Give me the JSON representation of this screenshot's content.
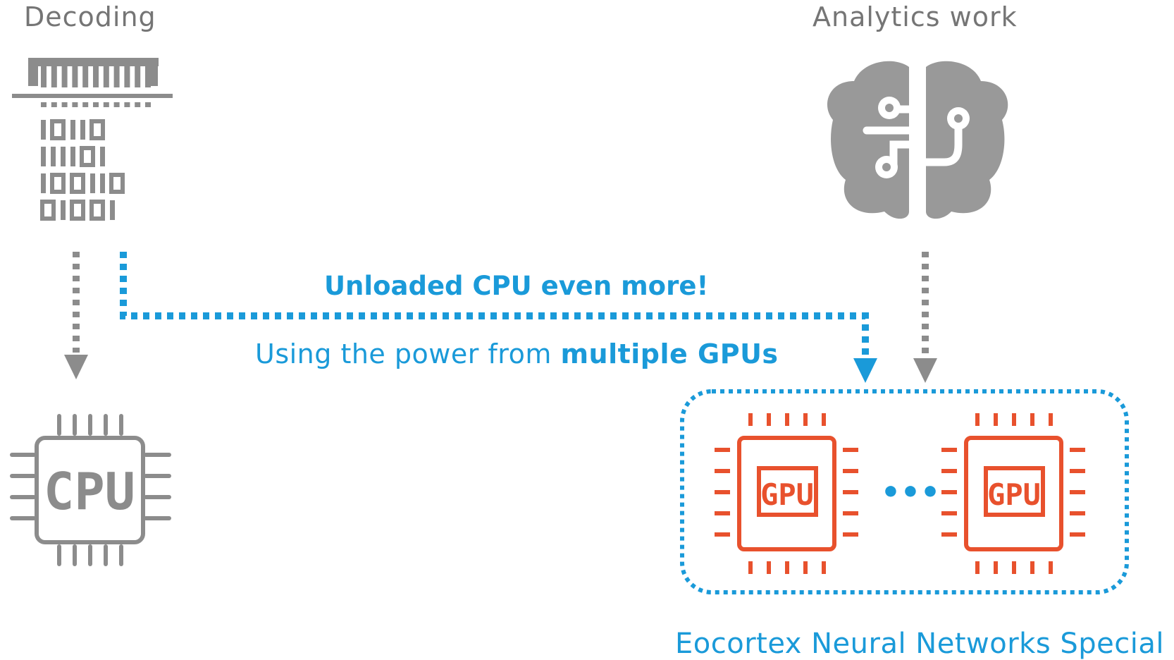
{
  "labels": {
    "decoding": "Decoding",
    "analytics": "Analytics work",
    "headline": "Unloaded CPU even more!",
    "subline_prefix": "Using the power from ",
    "subline_bold": "multiple GPUs",
    "footer": "Eocortex Neural Networks Special"
  },
  "chips": {
    "cpu": "CPU",
    "gpu_1": "GPU",
    "gpu_2": "GPU",
    "gpu_separator": "•••"
  },
  "icons": {
    "decoding": "binary-decoder-icon",
    "analytics": "brain-circuit-icon",
    "cpu": "cpu-chip-icon",
    "gpu": "gpu-chip-icon"
  },
  "binary_rows": [
    "10110",
    "111101",
    "100110",
    "01001"
  ],
  "colors": {
    "gray": "#8c8c8c",
    "text_gray": "#757575",
    "blue": "#1a9ad9",
    "red_orange": "#e8512d",
    "white": "#ffffff"
  }
}
